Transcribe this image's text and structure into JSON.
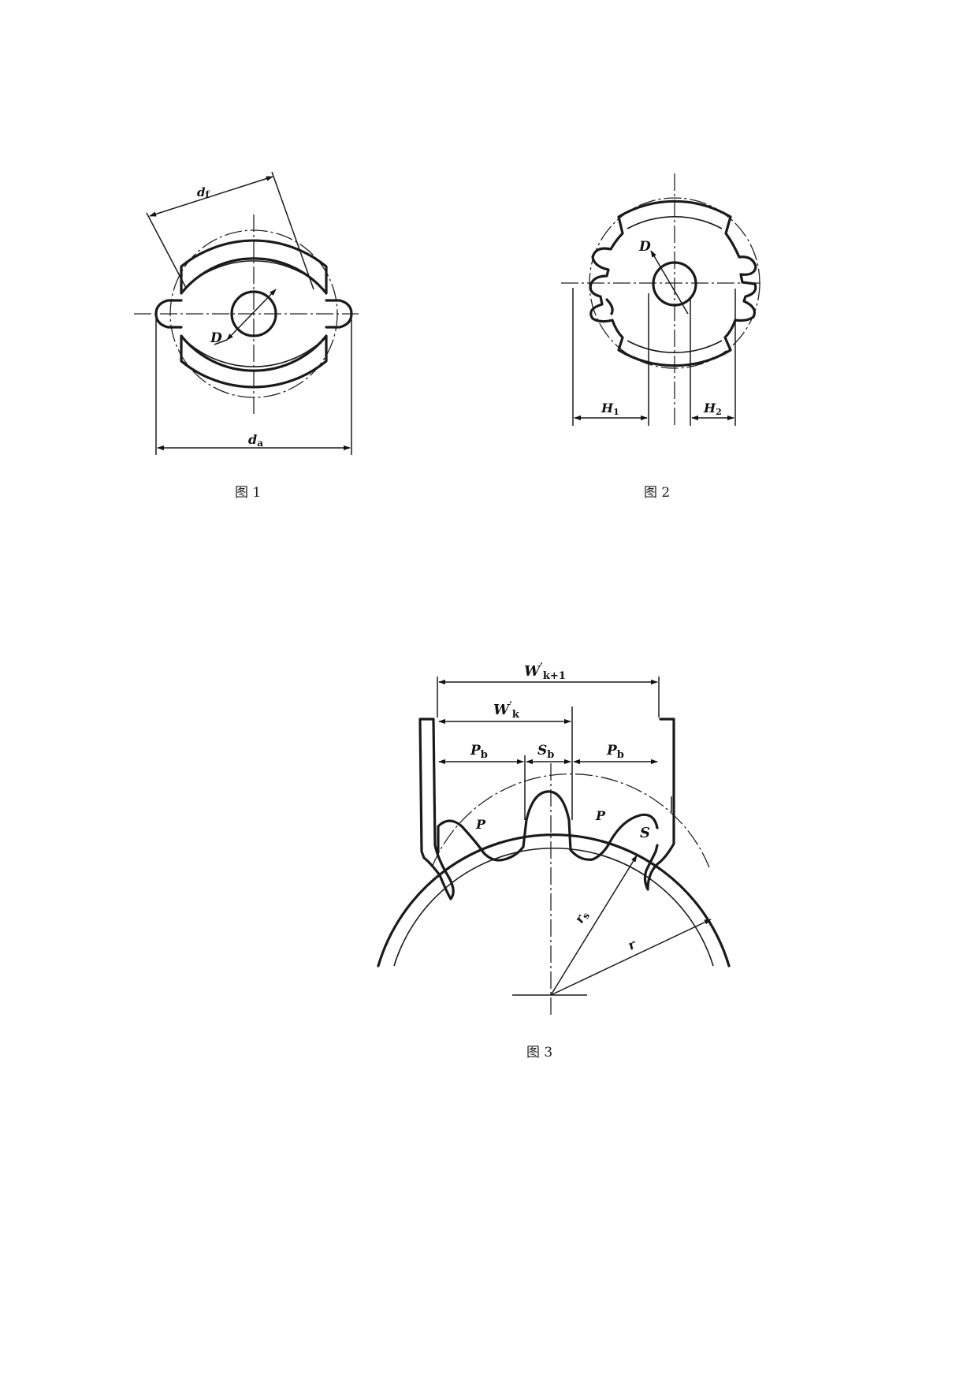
{
  "figure1": {
    "caption": "图 1",
    "labels": {
      "df_main": "d",
      "df_sub": "f",
      "da_main": "d",
      "da_sub": "a",
      "D": "D"
    }
  },
  "figure2": {
    "caption": "图 2",
    "labels": {
      "D": "D",
      "H1_main": "H",
      "H1_sub": "1",
      "H2_main": "H",
      "H2_sub": "2"
    }
  },
  "figure3": {
    "caption": "图 3",
    "labels": {
      "Wk1_main": "W",
      "Wk1_prime": "′",
      "Wk1_sub": "k+1",
      "Wk_main": "W",
      "Wk_prime": "′",
      "Wk_sub": "k",
      "Pb1_main": "P",
      "Pb1_sub": "b",
      "Sb_main": "S",
      "Sb_sub": "b",
      "Pb2_main": "P",
      "Pb2_sub": "b",
      "P_left": "P",
      "P_right": "P",
      "S": "S",
      "rs_main": "r",
      "rs_sub": "s",
      "r": "r"
    }
  }
}
